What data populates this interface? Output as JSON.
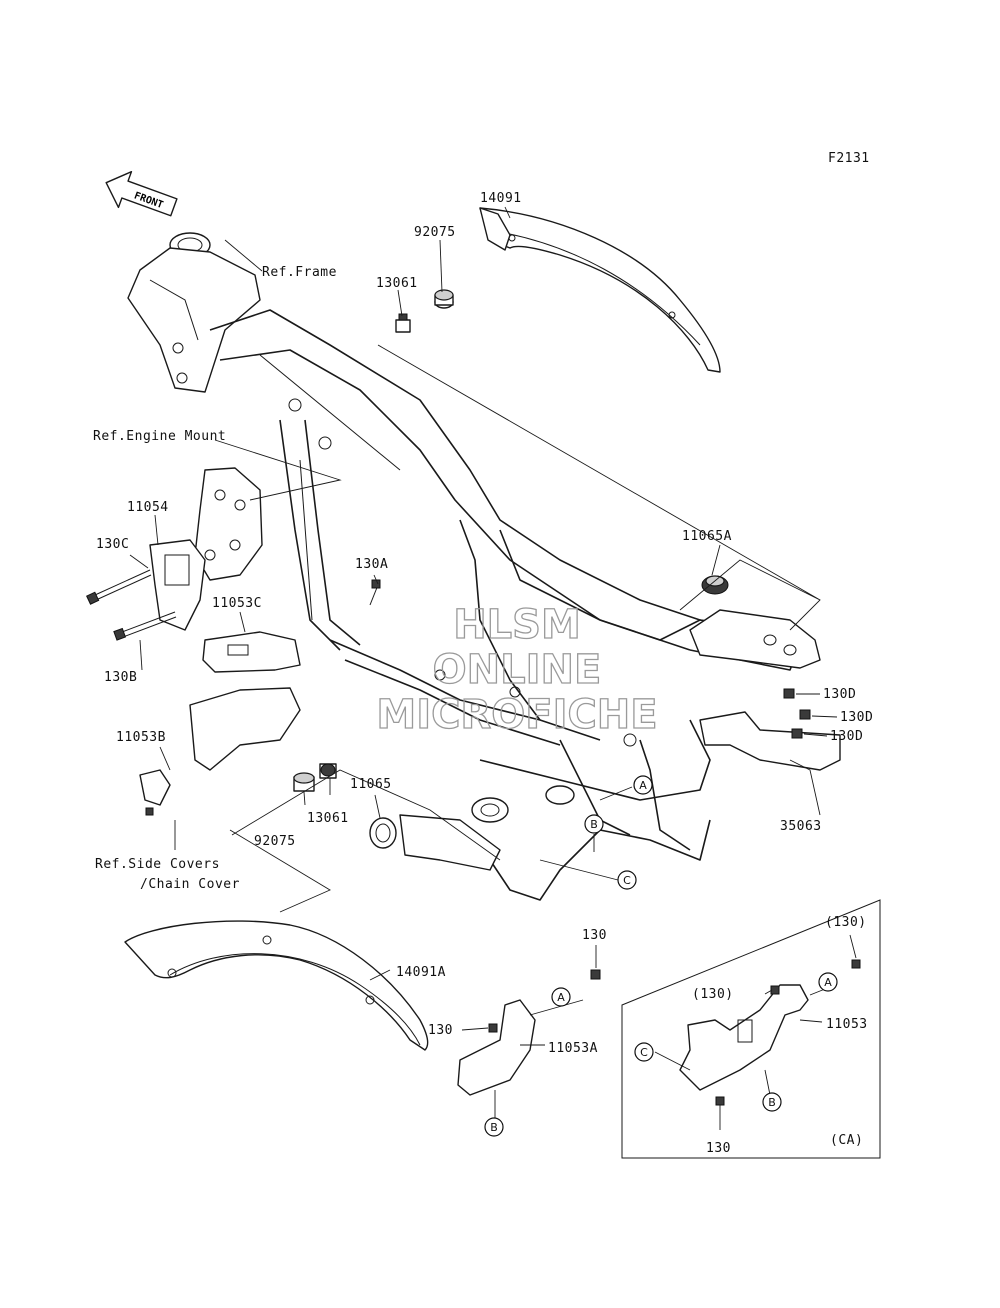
{
  "figure_code": "F2131",
  "front_arrow": "FRONT",
  "watermark": [
    "HLSM",
    "ONLINE",
    "MICROFICHE"
  ],
  "inset_label": "(CA)",
  "labels": {
    "ref_frame": "Ref.Frame",
    "ref_engine_mount": "Ref.Engine Mount",
    "ref_side_covers_1": "Ref.Side Covers",
    "ref_side_covers_2": "/Chain Cover",
    "p14091": "14091",
    "p92075_top": "92075",
    "p13061_top": "13061",
    "p11054": "11054",
    "p130C": "130C",
    "p130B": "130B",
    "p130A": "130A",
    "p11053C": "11053C",
    "p11053B": "11053B",
    "p11065A": "11065A",
    "p130D_1": "130D",
    "p130D_2": "130D",
    "p130D_3": "130D",
    "p35063": "35063",
    "p11065": "11065",
    "p13061_bot": "13061",
    "p92075_bot": "92075",
    "p14091A": "14091A",
    "p130_mid": "130",
    "p130_left": "130",
    "p11053A": "11053A",
    "p130_inset_tr": "(130)",
    "p130_inset_mid": "(130)",
    "p11053": "11053",
    "p130_inset_bot": "130"
  },
  "callouts": {
    "a_frame": "A",
    "b_frame": "B",
    "c_frame": "C",
    "a_11053A": "A",
    "b_11053A": "B",
    "a_inset": "A",
    "b_inset": "B",
    "c_inset": "C"
  }
}
